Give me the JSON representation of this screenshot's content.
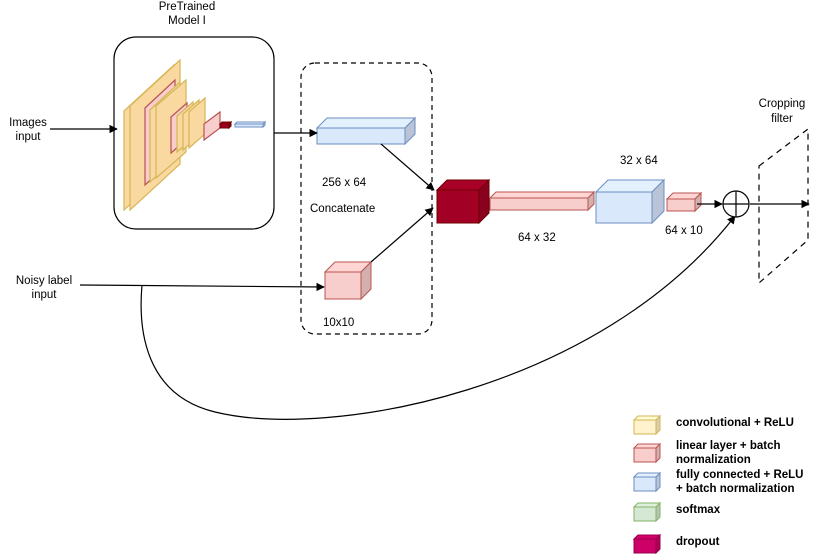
{
  "labels": {
    "pretrained_line1": "PreTrained",
    "pretrained_line2": "Model I",
    "images_input_line1": "Images",
    "images_input_line2": "input",
    "noisy_label_line1": "Noisy label",
    "noisy_label_line2": "input",
    "dim_256x64": "256 x 64",
    "concatenate": "Concatenate",
    "dim_10x10": "10x10",
    "dim_64x32": "64 x 32",
    "dim_32x64": "32 x 64",
    "dim_64x10": "64 x 10",
    "cropping_line1": "Cropping",
    "cropping_line2": "filter"
  },
  "legend": [
    {
      "lines": [
        "convolutional + ReLU"
      ],
      "color": "#fff2cc",
      "edge": "#d6b656"
    },
    {
      "lines": [
        "linear layer + batch",
        "normalization"
      ],
      "color": "#f8cecc",
      "edge": "#b85450"
    },
    {
      "lines": [
        "fully connected + ReLU",
        "+ batch normalization"
      ],
      "color": "#dae8fc",
      "edge": "#6c8ebf"
    },
    {
      "lines": [
        "softmax"
      ],
      "color": "#d5e8d4",
      "edge": "#82b366"
    },
    {
      "lines": [
        "dropout"
      ],
      "color": "#cc0066",
      "edge": "#99004d"
    }
  ],
  "colors": {
    "conv_face": "#fad9a1",
    "conv_edge": "#d6b656",
    "linear_face": "#f8cecc",
    "linear_edge": "#b85450",
    "fc_face": "#dae8fc",
    "fc_edge": "#6c8ebf",
    "concat_face": "#a20025",
    "concat_edge": "#6f0000"
  }
}
